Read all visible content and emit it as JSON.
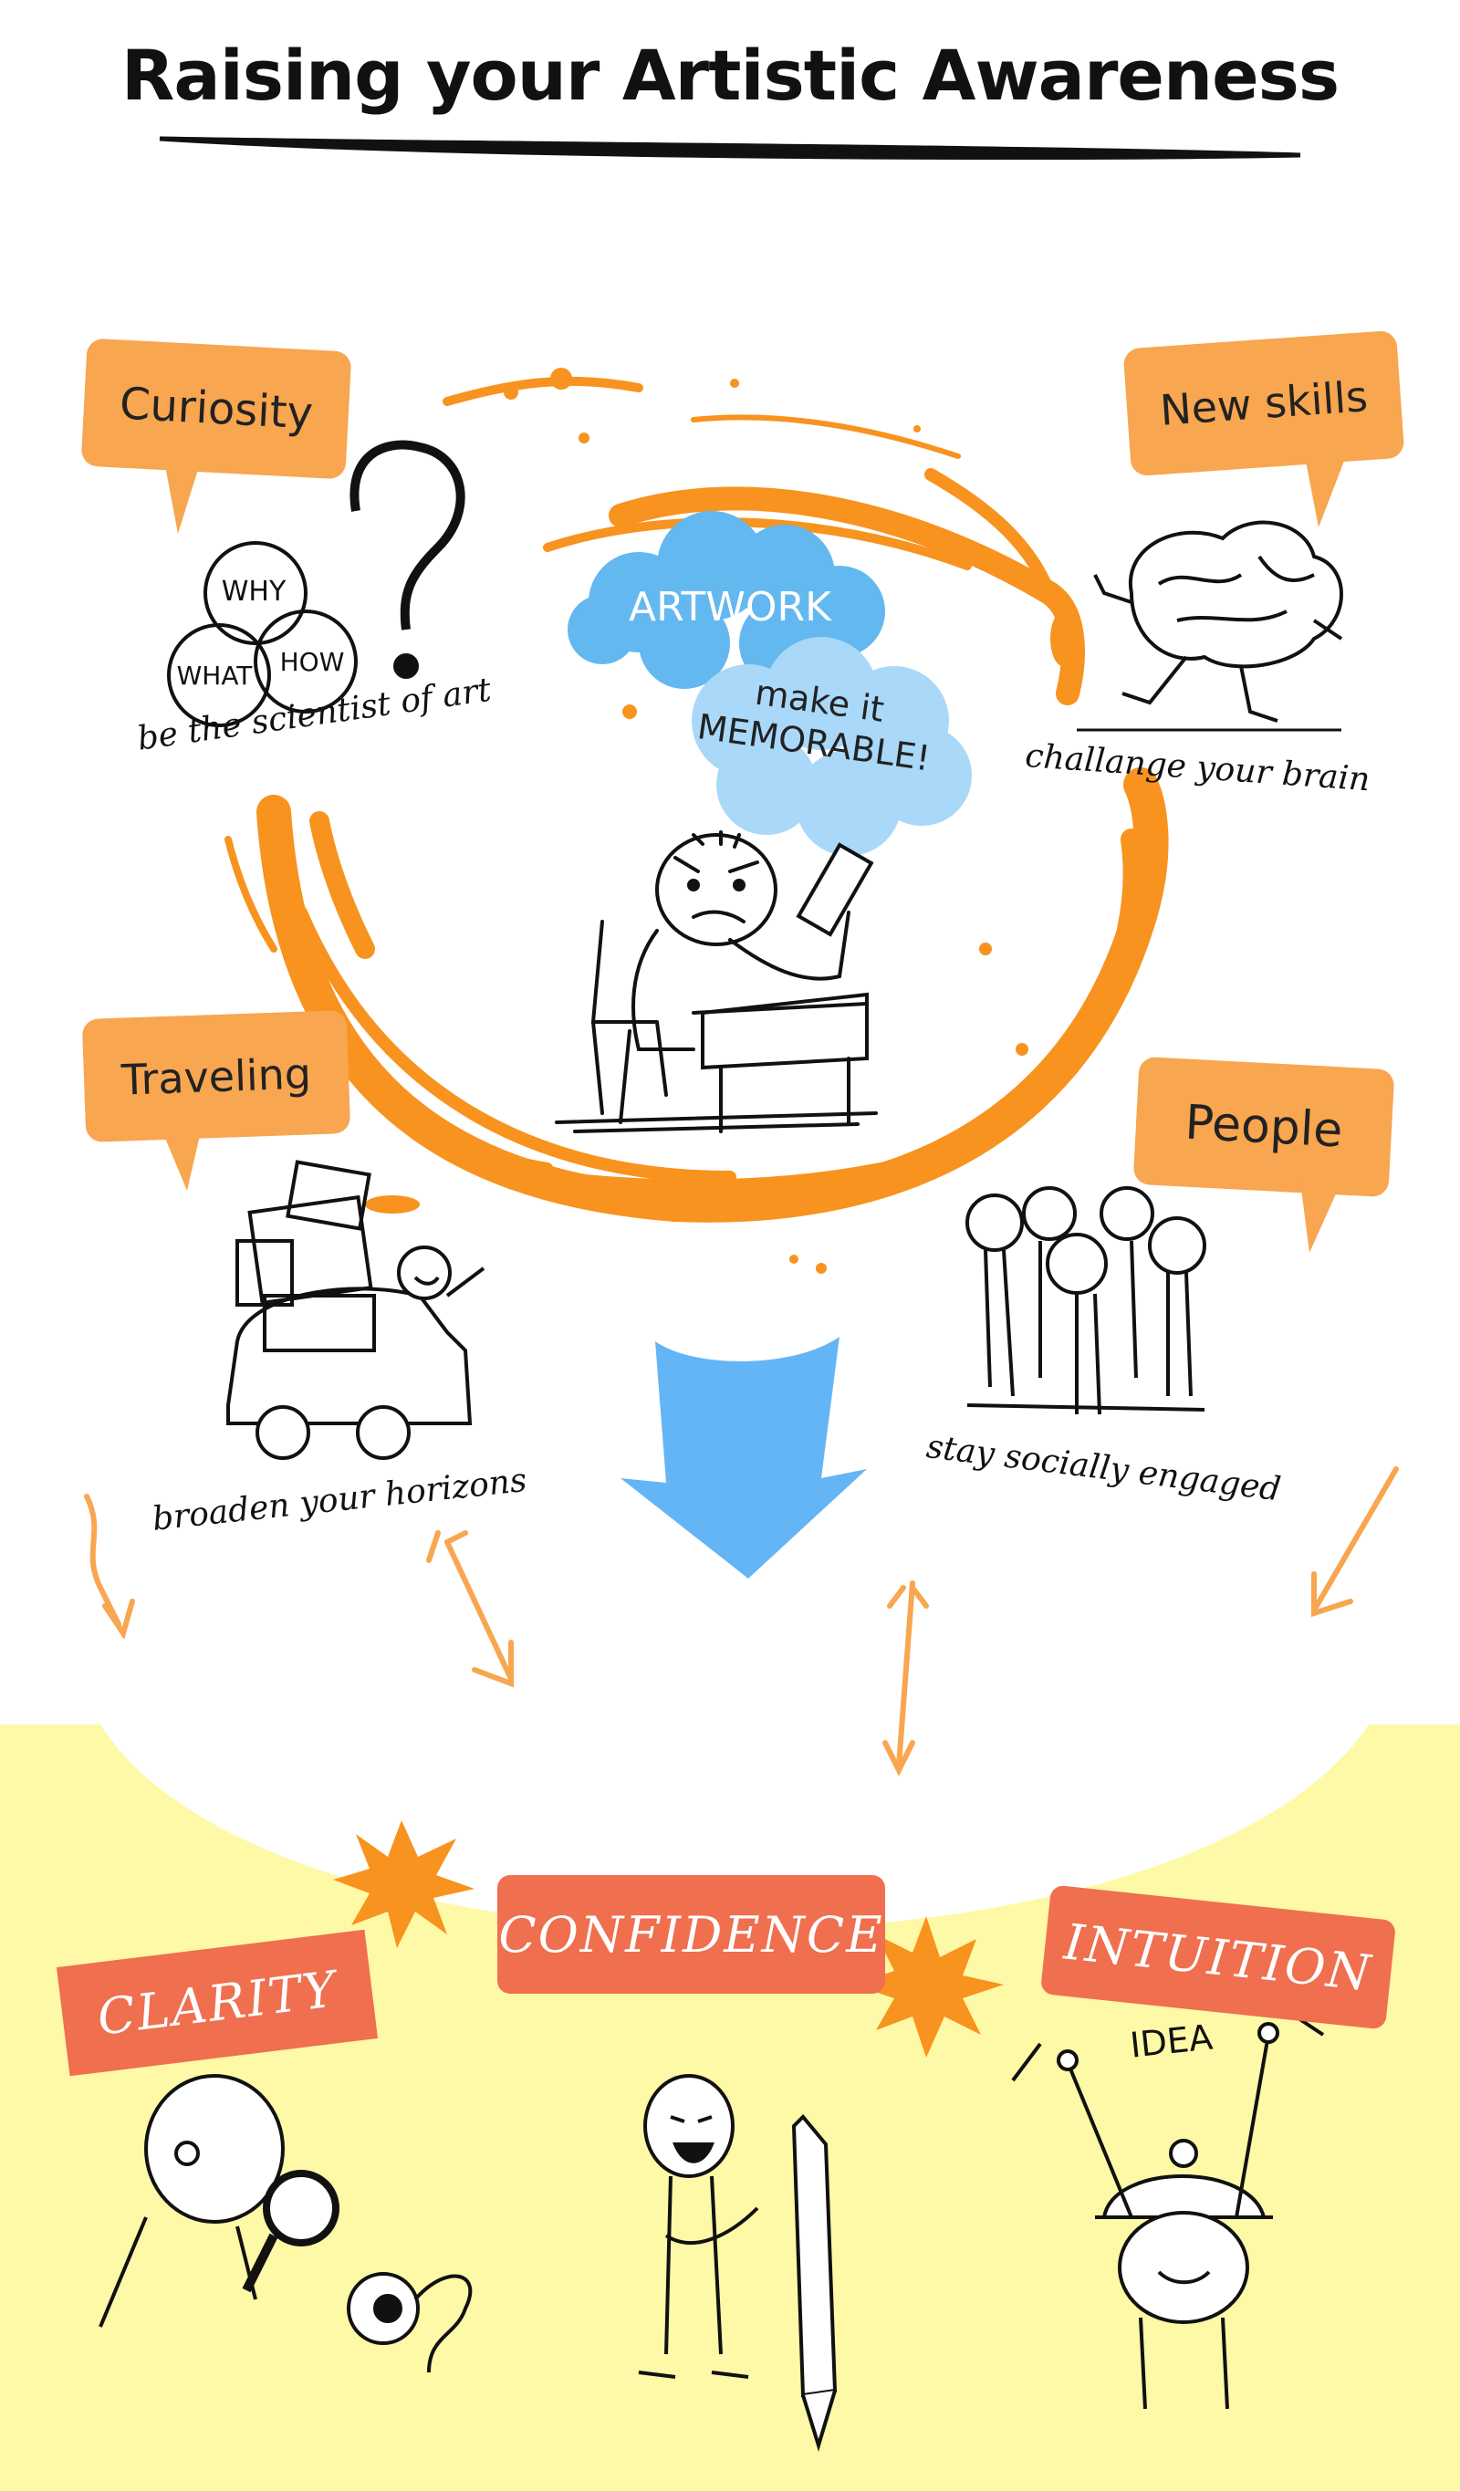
{
  "title": "Raising your Artistic Awareness",
  "center": {
    "cloud1": "ARTWORK",
    "cloud2_line1": "make it",
    "cloud2_line2": "MEMORABLE!"
  },
  "nodes": [
    {
      "label": "Curiosity",
      "caption": "be the scientist of art",
      "sketch_words": [
        "WHY",
        "WHAT",
        "HOW"
      ]
    },
    {
      "label": "New skills",
      "caption": "challange your brain"
    },
    {
      "label": "Traveling",
      "caption": "broaden your horizons"
    },
    {
      "label": "People",
      "caption": "stay socially engaged"
    }
  ],
  "outcomes": [
    {
      "label": "CLARITY"
    },
    {
      "label": "CONFIDENCE"
    },
    {
      "label": "INTUITION",
      "sketch_word": "IDEA"
    }
  ],
  "colors": {
    "bubble": "#f8a64f",
    "swirl": "#f7931e",
    "arrow_blue": "#64b5f6",
    "cloud_blue": "#64b8f0",
    "cloud_light": "#a9d8f8",
    "ribbon": "#ef6f4f",
    "bottom_bg": "#fdf9a6",
    "burst": "#f7931e"
  }
}
